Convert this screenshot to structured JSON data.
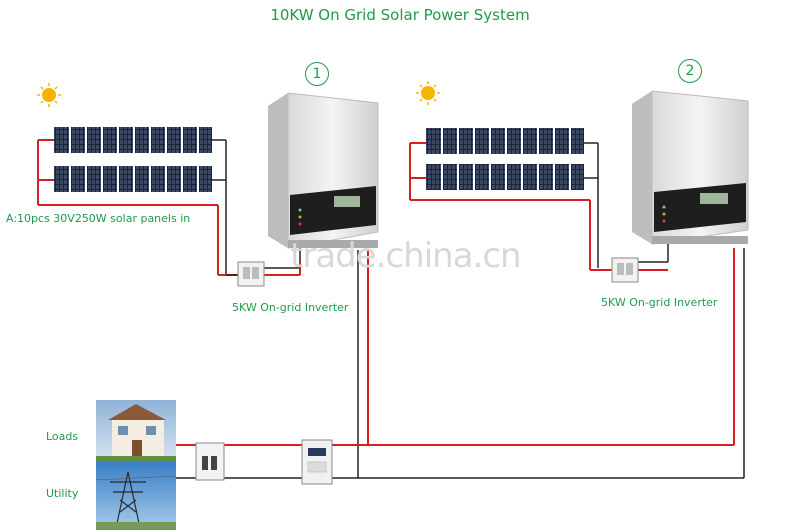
{
  "title": "10KW On Grid Solar Power System",
  "systems": [
    {
      "number": "1",
      "inverter_label": "5KW On-grid Inverter"
    },
    {
      "number": "2",
      "inverter_label": "5KW On-grid Inverter"
    }
  ],
  "panel_note": "A:10pcs 30V250W solar panels in",
  "loads_label": "Loads",
  "utility_label": "Utility",
  "watermark": "trade.china.cn",
  "colors": {
    "label_green": "#1f9a4a",
    "dc_red": "#d62020",
    "wire_black": "#222222"
  }
}
